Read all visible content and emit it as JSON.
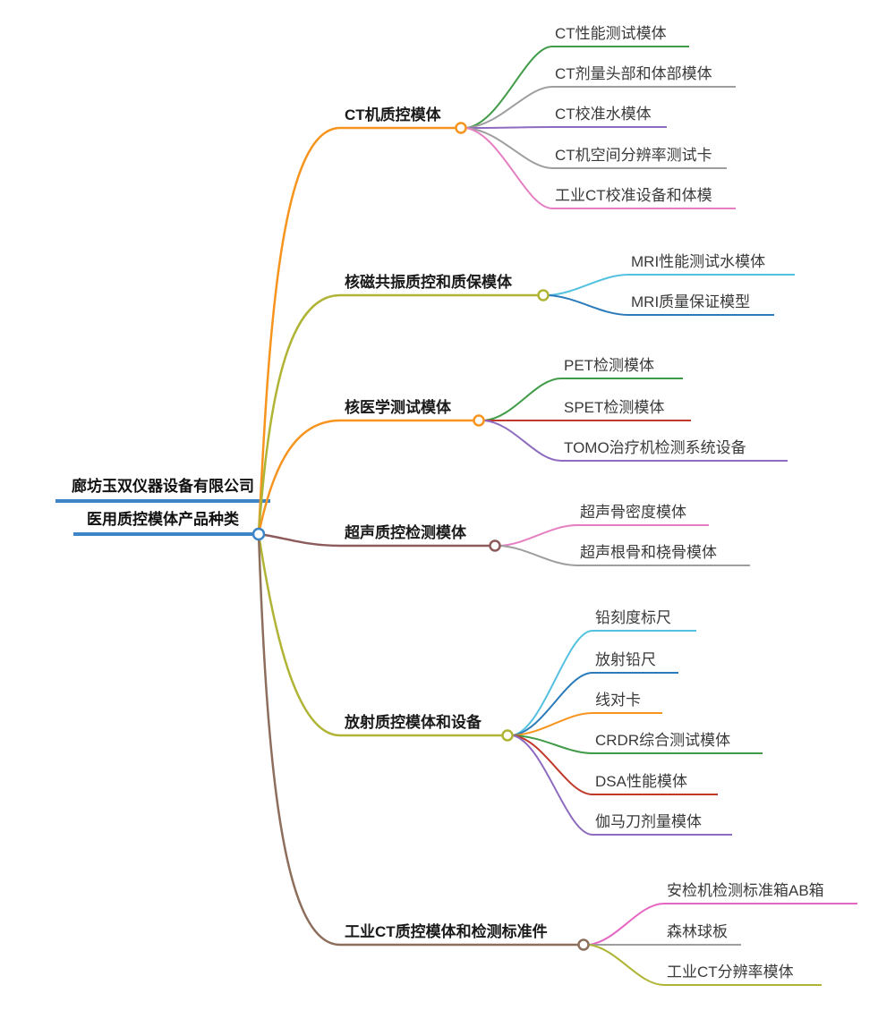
{
  "root": {
    "title": "廊坊玉双仪器设备有限公司",
    "subtitle": "医用质控模体产品种类",
    "color": "#3d85c6"
  },
  "branches": [
    {
      "label": "CT机质控模体",
      "color": "#f7941d",
      "children": [
        {
          "label": "CT性能测试模体",
          "color": "#3f9b47"
        },
        {
          "label": "CT剂量头部和体部模体",
          "color": "#9e9e9e"
        },
        {
          "label": "CT校准水模体",
          "color": "#8e6bbf"
        },
        {
          "label": "CT机空间分辨率测试卡",
          "color": "#9e9e9e"
        },
        {
          "label": "工业CT校准设备和体模",
          "color": "#e57fc2"
        }
      ]
    },
    {
      "label": "核磁共振质控和质保模体",
      "color": "#b0b435",
      "children": [
        {
          "label": "MRI性能测试水模体",
          "color": "#54c1e0"
        },
        {
          "label": "MRI质量保证模型",
          "color": "#2b7bba"
        }
      ]
    },
    {
      "label": "核医学测试模体",
      "color": "#f7941d",
      "children": [
        {
          "label": "PET检测模体",
          "color": "#3f9b47"
        },
        {
          "label": "SPET检测模体",
          "color": "#c0392b"
        },
        {
          "label": "TOMO治疗机检测系统设备",
          "color": "#8e6bbf"
        }
      ]
    },
    {
      "label": "超声质控检测模体",
      "color": "#8d5b5b",
      "children": [
        {
          "label": "超声骨密度模体",
          "color": "#e57fc2"
        },
        {
          "label": "超声根骨和桡骨模体",
          "color": "#9e9e9e"
        }
      ]
    },
    {
      "label": "放射质控模体和设备",
      "color": "#b0b435",
      "children": [
        {
          "label": "铅刻度标尺",
          "color": "#54c1e0"
        },
        {
          "label": "放射铅尺",
          "color": "#2b7bba"
        },
        {
          "label": "线对卡",
          "color": "#f7941d"
        },
        {
          "label": "CRDR综合测试模体",
          "color": "#3f9b47"
        },
        {
          "label": "DSA性能模体",
          "color": "#c0392b"
        },
        {
          "label": "伽马刀剂量模体",
          "color": "#8e6bbf"
        }
      ]
    },
    {
      "label": "工业CT质控模体和检测标准件",
      "color": "#8d6e5c",
      "children": [
        {
          "label": "安检机检测标准箱AB箱",
          "color": "#e566c3"
        },
        {
          "label": "森林球板",
          "color": "#9e9e9e"
        },
        {
          "label": "工业CT分辨率模体",
          "color": "#b0b435"
        }
      ]
    }
  ]
}
